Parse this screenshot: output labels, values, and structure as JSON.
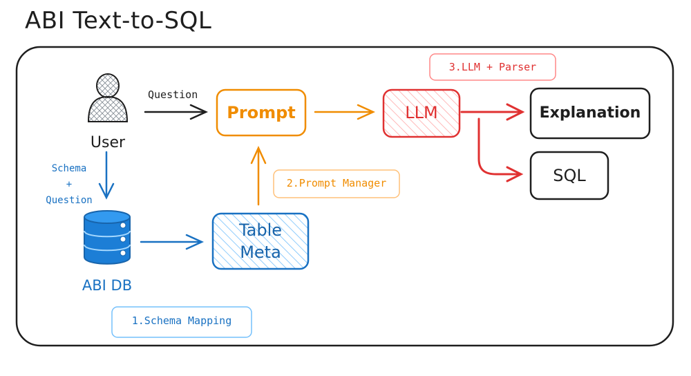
{
  "title": "ABI Text-to-SQL",
  "colors": {
    "ink": "#1e1e1e",
    "blue": "#1971c2",
    "blue_fill": "#a5d8ff",
    "orange": "#f08c00",
    "red": "#e03131",
    "red_fill": "#ffc9c9"
  },
  "nodes": {
    "user": "User",
    "db": "ABI DB",
    "prompt": "Prompt",
    "table_meta_line1": "Table",
    "table_meta_line2": "Meta",
    "llm": "LLM",
    "explanation": "Explanation",
    "sql": "SQL"
  },
  "edges": {
    "question": "Question",
    "schema_line1": "Schema",
    "schema_line2": "+",
    "schema_line3": "Question"
  },
  "stages": {
    "schema_mapping": "1.Schema Mapping",
    "prompt_manager": "2.Prompt Manager",
    "llm_parser": "3.LLM + Parser"
  },
  "icons": {
    "user": "user-icon",
    "db": "database-icon"
  }
}
